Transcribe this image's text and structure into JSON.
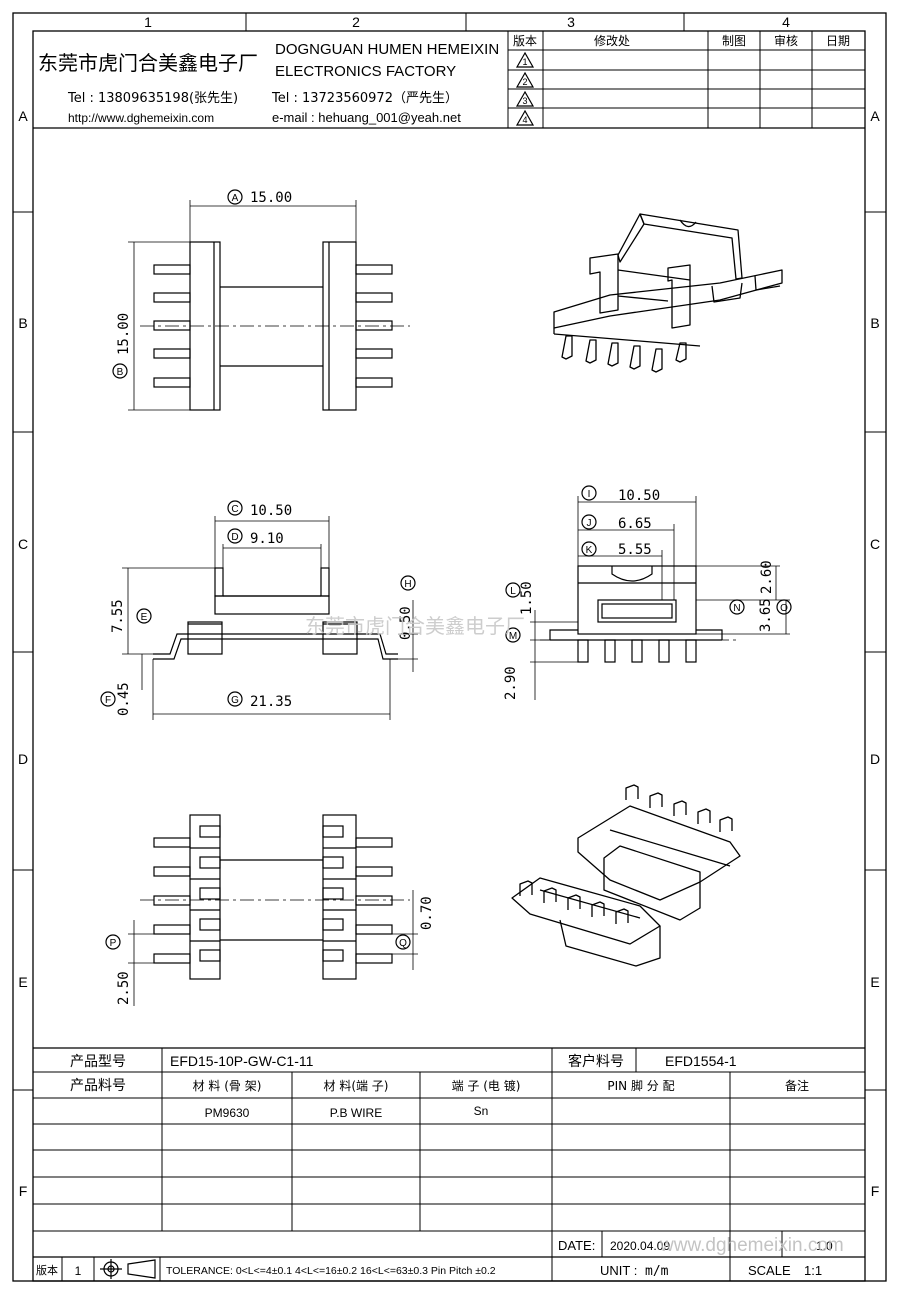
{
  "frame": {
    "columns": [
      "1",
      "2",
      "3",
      "4"
    ],
    "rows": [
      "A",
      "B",
      "C",
      "D",
      "E",
      "F"
    ]
  },
  "company": {
    "name_cn": "东莞市虎门合美鑫电子厂",
    "name_en_1": "DOGNGUAN HUMEN HEMEIXIN",
    "name_en_2": "ELECTRONICS FACTORY",
    "tel_1": "Tel : 13809635198(张先生)",
    "tel_2": "Tel : 13723560972（严先生）",
    "website": "http://www.dghemeixin.com",
    "email": "e-mail : hehuang_001@yeah.net"
  },
  "revision_table": {
    "headers": [
      "版本",
      "修改处",
      "制图",
      "审核",
      "日期"
    ],
    "revs": [
      "1",
      "2",
      "3",
      "4"
    ]
  },
  "dimensions": {
    "A": {
      "tag": "A",
      "value": "15.00"
    },
    "B": {
      "tag": "B",
      "value": "15.00"
    },
    "C": {
      "tag": "C",
      "value": "10.50"
    },
    "D": {
      "tag": "D",
      "value": "9.10"
    },
    "E": {
      "tag": "E",
      "value": "7.55"
    },
    "F": {
      "tag": "F",
      "value": "0.45"
    },
    "G": {
      "tag": "G",
      "value": "21.35"
    },
    "H": {
      "tag": "H",
      "value": "0.50"
    },
    "I": {
      "tag": "I",
      "value": "10.50"
    },
    "J": {
      "tag": "J",
      "value": "6.65"
    },
    "K": {
      "tag": "K",
      "value": "5.55"
    },
    "L": {
      "tag": "L",
      "value": "1.50"
    },
    "M": {
      "tag": "M",
      "value": "2.90"
    },
    "N": {
      "tag": "N",
      "value": "2.60"
    },
    "O": {
      "tag": "O",
      "value": "3.65"
    },
    "P": {
      "tag": "P",
      "value": "2.50"
    },
    "Q": {
      "tag": "Q",
      "value": "0.70"
    }
  },
  "watermark": "东莞市虎门合美鑫电子厂",
  "title_block": {
    "product_model_label": "产品型号",
    "product_model": "EFD15-10P-GW-C1-11",
    "customer_part_label": "客户料号",
    "customer_part": "EFD1554-1",
    "product_part_label": "产品料号",
    "headers": [
      "材 料 (骨 架)",
      "材 料(端 子)",
      "端 子 (电 镀)",
      "PIN 脚 分 配",
      "备注"
    ],
    "material_bobbin": "PM9630",
    "material_terminal": "P.B WIRE",
    "plating": "Sn",
    "date_label": "DATE:",
    "date": "2020.04.09",
    "version_label": "版本",
    "version_value": "1",
    "version_right": "1.0",
    "tolerance": "TOLERANCE:  0<L<=4±0.1  4<L<=16±0.2  16<L<=63±0.3  Pin Pitch  ±0.2",
    "unit_label": "UNIT :",
    "unit": "m/m",
    "scale_label": "SCALE",
    "scale": "1:1",
    "watermark_url": "www.dghemeixin.com"
  }
}
